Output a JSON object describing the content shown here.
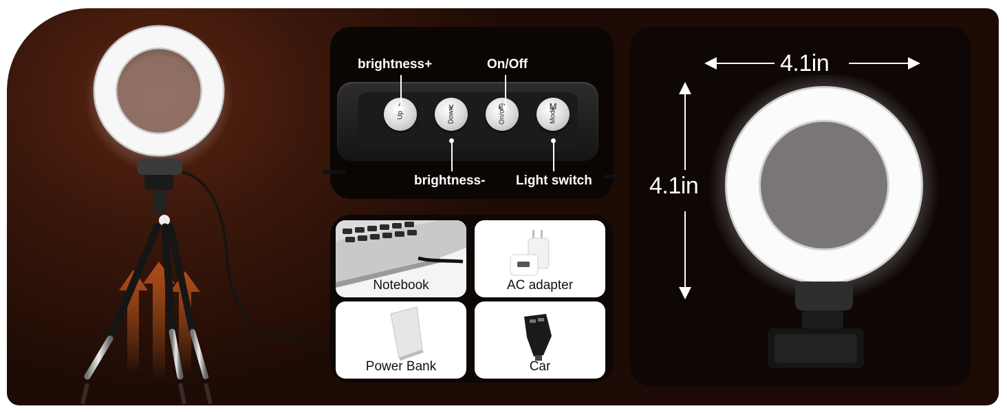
{
  "controls": {
    "labels": {
      "brightness_up": "brightness+",
      "power": "On/Off",
      "brightness_down": "brightness-",
      "light_switch": "Light switch"
    },
    "buttons": [
      {
        "symbol": "^",
        "label": "Up",
        "icon": "chevron-up-icon"
      },
      {
        "symbol": "v",
        "label": "Down",
        "icon": "chevron-down-icon"
      },
      {
        "symbol": "⏻",
        "label": "On/off",
        "icon": "power-icon"
      },
      {
        "symbol": "M",
        "label": "Mode",
        "icon": "mode-icon"
      }
    ]
  },
  "power_sources": [
    {
      "label": "Notebook",
      "icon": "laptop-icon"
    },
    {
      "label": "AC adapter",
      "icon": "ac-adapter-icon"
    },
    {
      "label": "Power Bank",
      "icon": "power-bank-icon"
    },
    {
      "label": "Car",
      "icon": "car-charger-icon"
    }
  ],
  "dimensions": {
    "width": "4.1in",
    "height": "4.1in"
  },
  "colors": {
    "background": "#2a1008",
    "panel": "#0b0604",
    "ring_light": "#f4f4f4",
    "text": "#ffffff"
  }
}
